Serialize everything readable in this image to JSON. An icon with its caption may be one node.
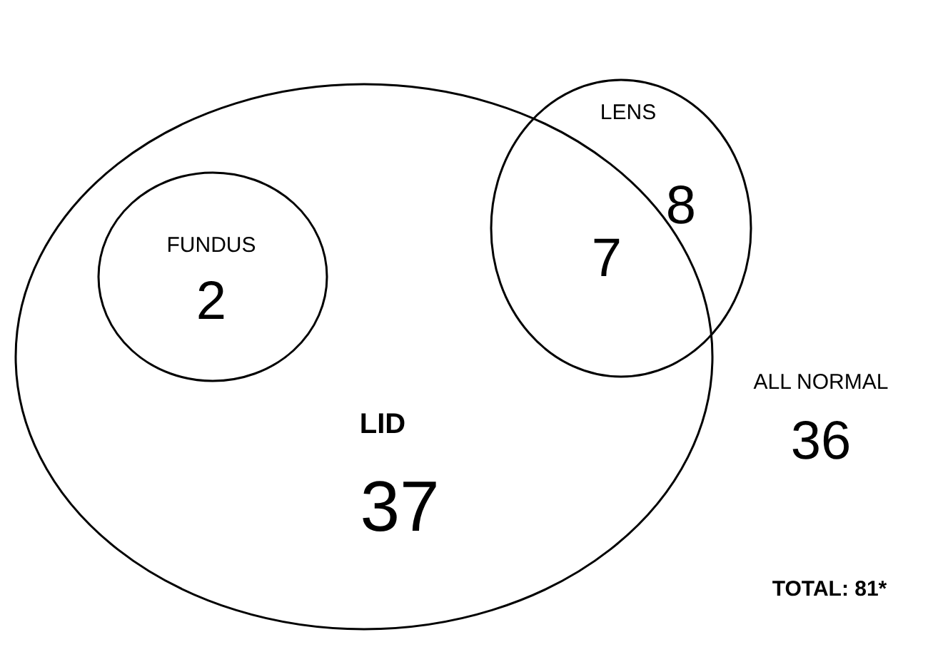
{
  "diagram": {
    "nodes": [
      {
        "text": [
          "LID",
          "37"
        ]
      },
      {
        "text": [
          "FUNDUS",
          "2"
        ],
        "in": 0
      },
      {
        "text": [
          "LENS",
          "8"
        ]
      }
    ],
    "edges": [],
    "labels": [
      "7",
      "ALL NORMAL",
      "36",
      "TOTAL: 81*"
    ]
  }
}
